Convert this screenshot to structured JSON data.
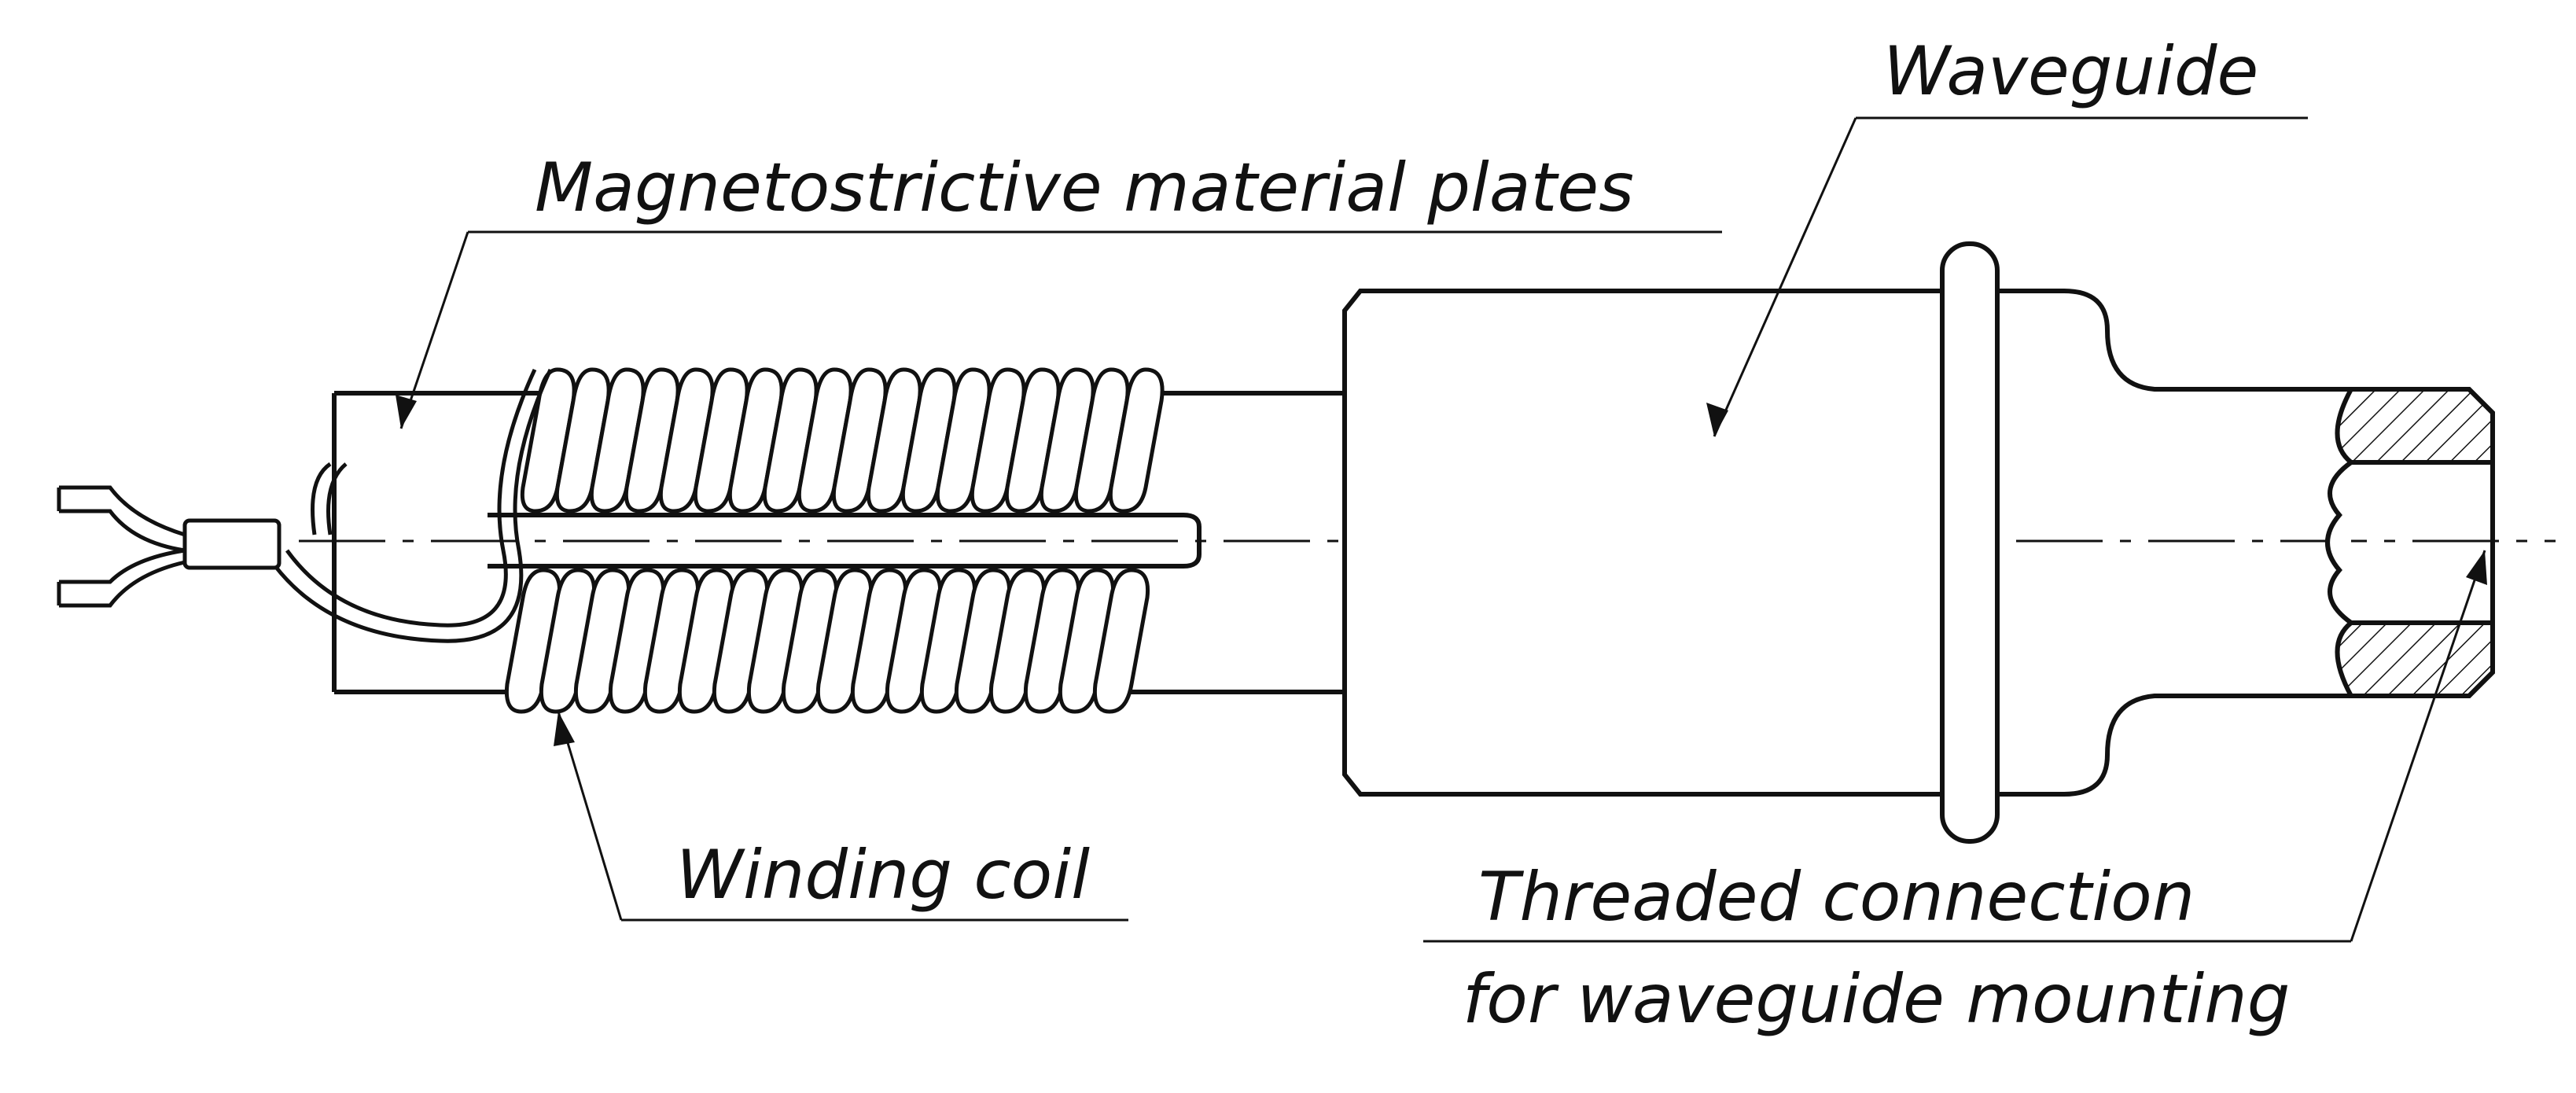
{
  "labels": {
    "waveguide": "Waveguide",
    "plates": "Magnetostrictive material plates",
    "winding": "Winding coil",
    "threaded_line1": "Threaded connection",
    "threaded_line2": "for waveguide mounting"
  },
  "colors": {
    "stroke": "#111111",
    "background": "#ffffff"
  }
}
